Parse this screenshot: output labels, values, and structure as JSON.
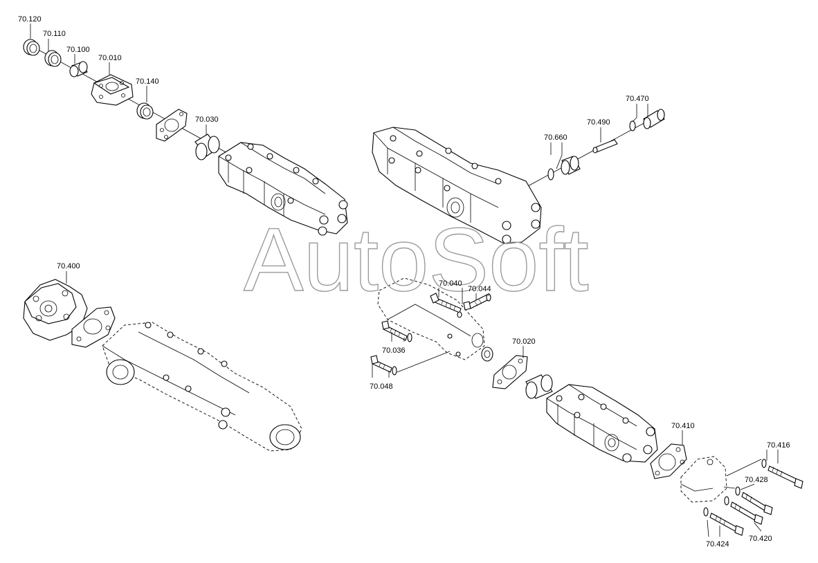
{
  "watermark": "AutoSoft",
  "labels": {
    "p70120": "70.120",
    "p70110": "70.110",
    "p70100": "70.100",
    "p70010": "70.010",
    "p70140": "70.140",
    "p70030": "70.030",
    "p70470": "70.470",
    "p70490": "70.490",
    "p70660": "70.660",
    "p70400": "70.400",
    "p70040": "70.040",
    "p70044": "70.044",
    "p70036": "70.036",
    "p70048": "70.048",
    "p70020": "70.020",
    "p70410": "70.410",
    "p70416": "70.416",
    "p70428": "70.428",
    "p70420": "70.420",
    "p70424": "70.424"
  }
}
